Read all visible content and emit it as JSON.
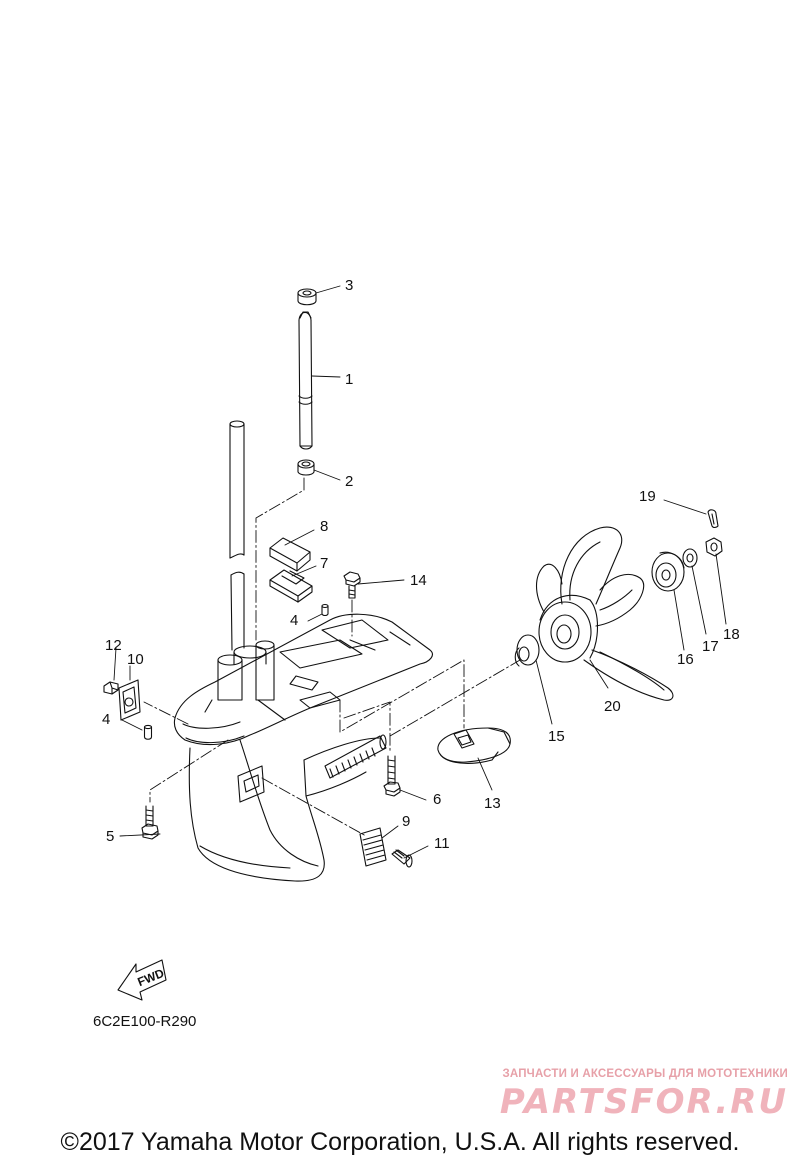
{
  "diagram": {
    "reference_code": "6C2E100-R290",
    "fwd_label": "FWD",
    "callouts": [
      "1",
      "2",
      "3",
      "4",
      "4",
      "5",
      "6",
      "7",
      "8",
      "9",
      "10",
      "11",
      "12",
      "13",
      "14",
      "15",
      "16",
      "17",
      "18",
      "19",
      "20"
    ]
  },
  "watermark": {
    "tagline": "ЗАПЧАСТИ И АКСЕССУАРЫ ДЛЯ МОТОТЕХНИКИ",
    "logo": "PARTSFOR.RU"
  },
  "footer": {
    "copyright": "©2017 Yamaha Motor Corporation, U.S.A. All rights reserved."
  },
  "colors": {
    "line": "#111111",
    "watermark": "#f0b3bb"
  }
}
